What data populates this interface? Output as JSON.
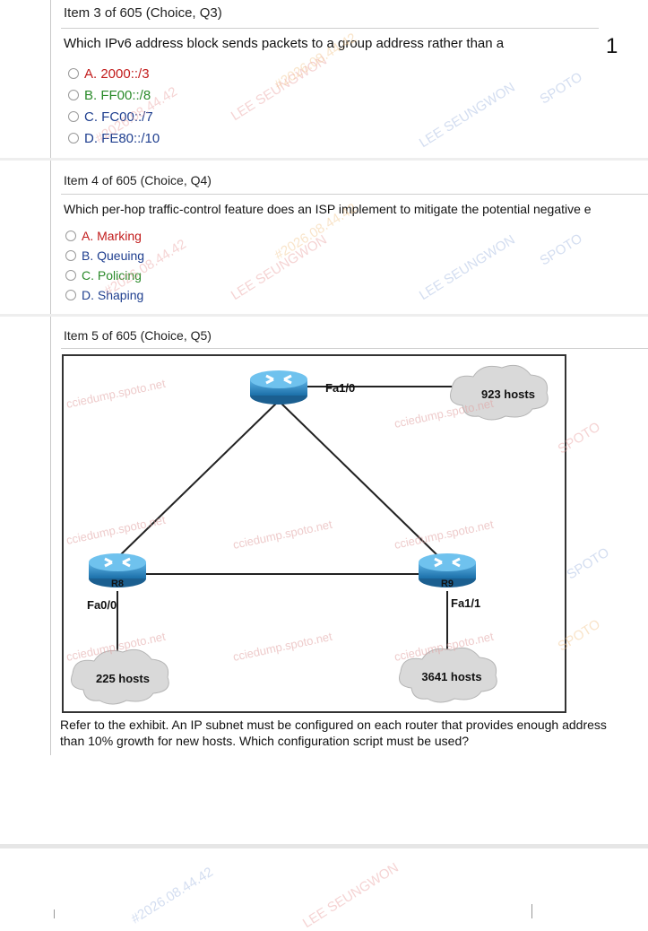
{
  "questions": [
    {
      "header": "Item 3 of 605  (Choice, Q3)",
      "text": "Which IPv6 address block sends packets to a group address rather than a",
      "options": [
        "A. 2000::/3",
        "B. FF00::/8",
        "C. FC00::/7",
        "D. FE80::/10"
      ]
    },
    {
      "header": "Item 4 of 605  (Choice, Q4)",
      "text": "Which per-hop traffic-control feature does an ISP implement to mitigate the potential negative e",
      "options": [
        "A. Marking",
        "B. Queuing",
        "C. Policing",
        "D. Shaping"
      ]
    },
    {
      "header": "Item 5 of 605  (Choice, Q5)",
      "footer_line1": "Refer to the exhibit. An IP subnet must be configured on each router that provides enough address",
      "footer_line2": "than 10% growth for new hosts. Which configuration script must be used?"
    }
  ],
  "question_number": "1",
  "exhibit": {
    "router_top_label": "",
    "router_left_label": "R8",
    "router_right_label": "R9",
    "if_top": "Fa1/0",
    "if_left": "Fa0/0",
    "if_right": "Fa1/1",
    "cloud_top_right": "923 hosts",
    "cloud_bottom_left": "225 hosts",
    "cloud_bottom_right": "3641 hosts",
    "watermark_text": "cciedump.spoto.net"
  },
  "watermark": {
    "line1": "LEE SEUNGWON",
    "line2": "#2026.08.44.42",
    "line3": "SPOTO"
  },
  "colors": {
    "router_blue": "#1f7fb8",
    "answer_red": "#c21c1c",
    "answer_green": "#2a8a2a",
    "link": "#222222"
  }
}
